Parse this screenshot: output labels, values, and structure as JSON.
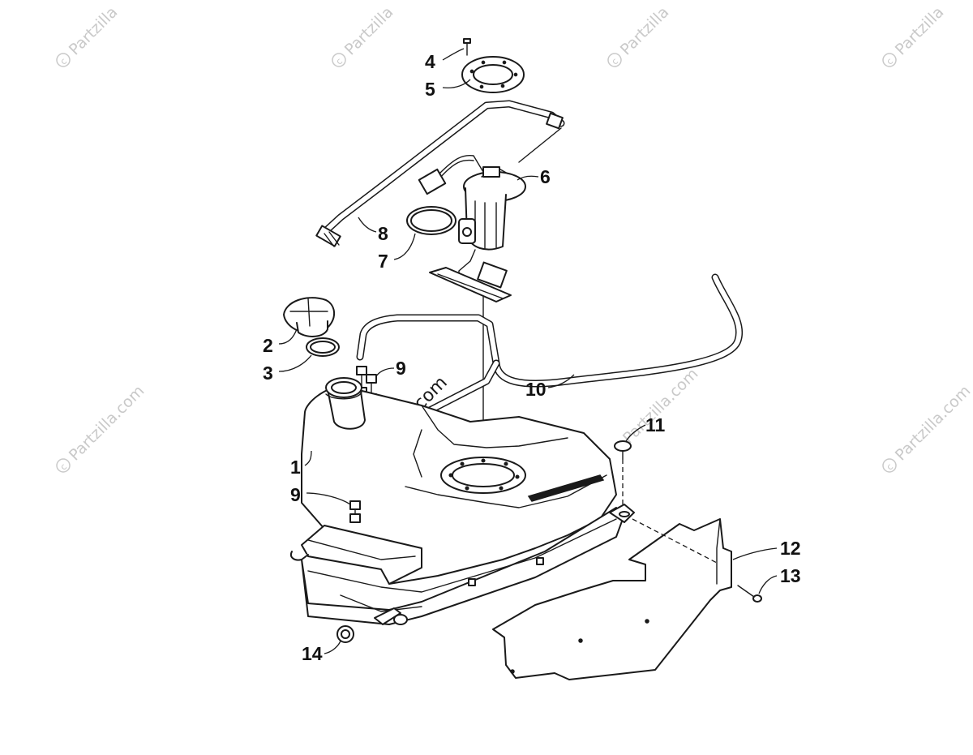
{
  "watermark": {
    "text": "Partzilla",
    "center_text": "Partzilla.com",
    "edge_text": "Partzilla.com"
  },
  "callouts": {
    "c1": "1",
    "c2": "2",
    "c3": "3",
    "c4": "4",
    "c5": "5",
    "c6": "6",
    "c7": "7",
    "c8": "8",
    "c9a": "9",
    "c9b": "9",
    "c10": "10",
    "c11": "11",
    "c12": "12",
    "c13": "13",
    "c14": "14"
  },
  "colors": {
    "line": "#1a1a1a",
    "background": "#ffffff",
    "watermark": "#c9c9c9"
  }
}
